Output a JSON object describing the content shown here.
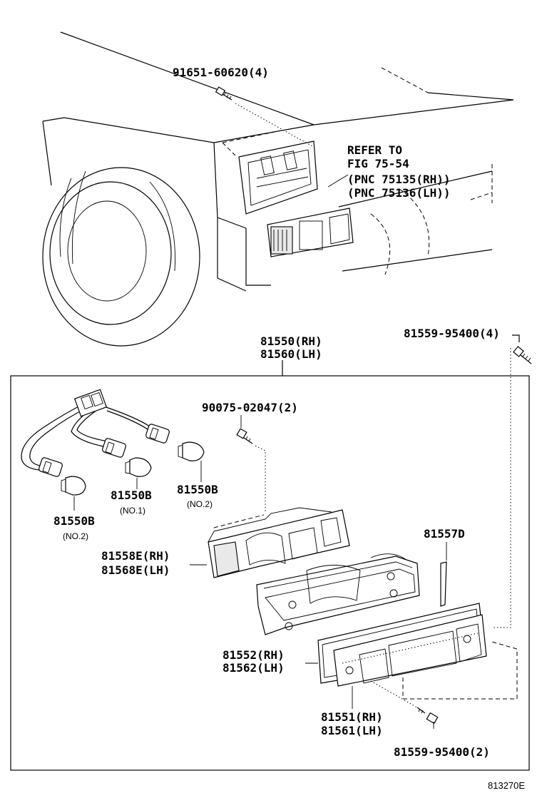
{
  "labels": {
    "screw_top": "91651-60620(4)",
    "refer_1": "REFER TO",
    "refer_2": "FIG 75-54",
    "pnc_rh": "(PNC 75135(RH))",
    "pnc_lh": "(PNC 75136(LH))",
    "lamp_rh": "81550(RH)",
    "lamp_lh": "81560(LH)",
    "screw_right_top": "81559-95400(4)",
    "screw_inner": "90075-02047(2)",
    "bulb_no1_code": "81550B",
    "bulb_no1_note": "(NO.1)",
    "bulb_no2a_code": "81550B",
    "bulb_no2a_note": "(NO.2)",
    "bulb_no2b_code": "81550B",
    "bulb_no2b_note": "(NO.2)",
    "gasket_code": "81557D",
    "housing_rh": "81558E(RH)",
    "housing_lh": "81568E(LH)",
    "lens_rh": "81552(RH)",
    "lens_lh": "81562(LH)",
    "unit_rh": "81551(RH)",
    "unit_lh": "81561(LH)",
    "screw_bottom": "81559-95400(2)",
    "figure_code": "813270E"
  }
}
